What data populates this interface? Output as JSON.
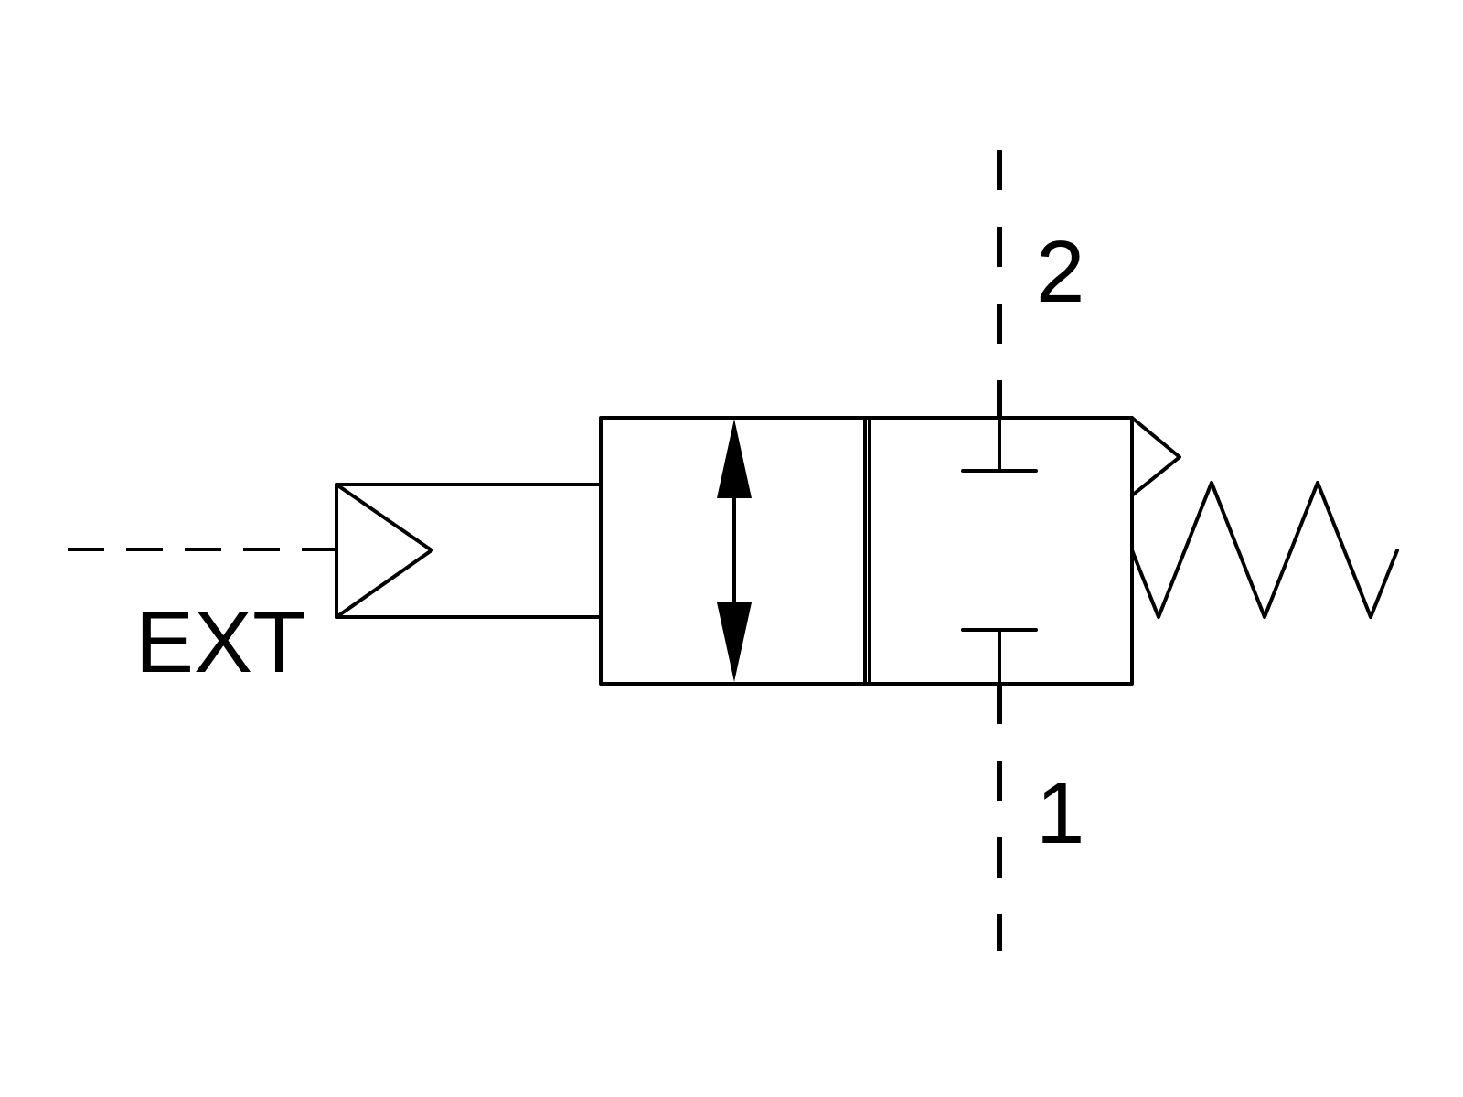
{
  "diagram": {
    "type": "2/2-way valve symbol, externally pilot operated, spring return",
    "labels": {
      "pilot": "EXT",
      "port_outlet": "2",
      "port_inlet": "1"
    },
    "colors": {
      "stroke": "#000000",
      "background": "#ffffff"
    }
  }
}
